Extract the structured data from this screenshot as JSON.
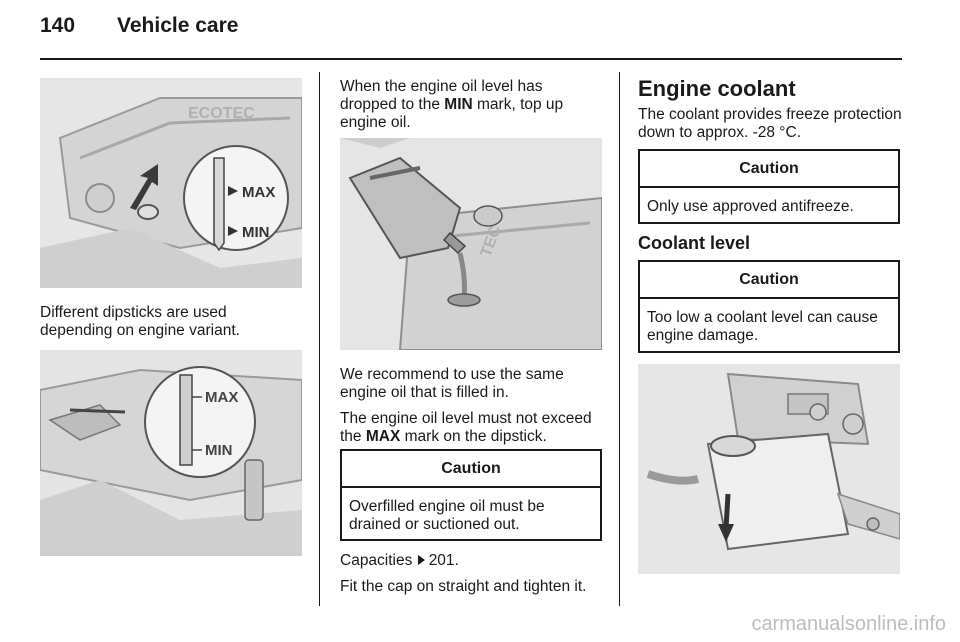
{
  "header": {
    "page_number": "140",
    "section_title": "Vehicle care"
  },
  "col1": {
    "fig1_labels": {
      "max": "MAX",
      "min": "MIN"
    },
    "fig1_brand": "ECOTEC",
    "caption": "Different dipsticks are used depending on engine variant.",
    "fig2_labels": {
      "max": "MAX",
      "min": "MIN"
    }
  },
  "col2": {
    "intro_pre": "When the engine oil level has dropped to the ",
    "intro_bold": "MIN",
    "intro_post": " mark, top up engine oil.",
    "fig3_brand": "TEC",
    "recommend": "We recommend to use the same engine oil that is filled in.",
    "exceed_pre": "The engine oil level must not exceed the ",
    "exceed_bold": "MAX",
    "exceed_post": " mark on the dipstick.",
    "caution_title": "Caution",
    "caution_body": "Overfilled engine oil must be drained or suctioned out.",
    "capacities_pre": "Capacities ",
    "capacities_ref": "201",
    "capacities_post": ".",
    "fit_cap": "Fit the cap on straight and tighten it."
  },
  "col3": {
    "heading": "Engine coolant",
    "intro": "The coolant provides freeze protection down to approx. -28 °C.",
    "caution1_title": "Caution",
    "caution1_body": "Only use approved antifreeze.",
    "subheading": "Coolant level",
    "caution2_title": "Caution",
    "caution2_body": "Too low a coolant level can cause engine damage."
  },
  "watermark": "carmanualsonline.info"
}
